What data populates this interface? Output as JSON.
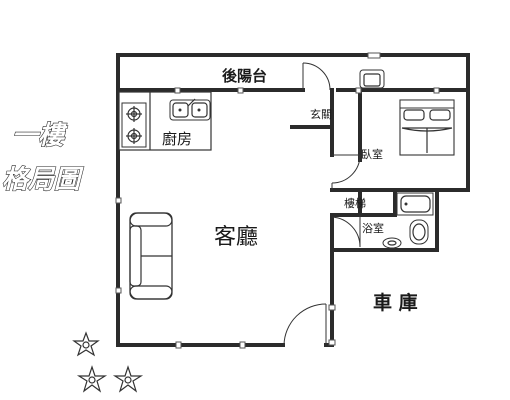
{
  "title": {
    "line1": "一樓",
    "line2": "格局圖"
  },
  "rooms": {
    "rear_balcony": "後陽台",
    "entrance": "玄關",
    "kitchen": "廚房",
    "bedroom": "臥室",
    "stairs": "樓梯",
    "living_room": "客廳",
    "bathroom": "浴室",
    "garage": "車 庫"
  },
  "icons": [
    "stove-icon",
    "sink-icon",
    "sofa-icon",
    "bed-icon",
    "bathtub-icon",
    "toilet-icon",
    "washbasin-icon",
    "flower-icon"
  ]
}
